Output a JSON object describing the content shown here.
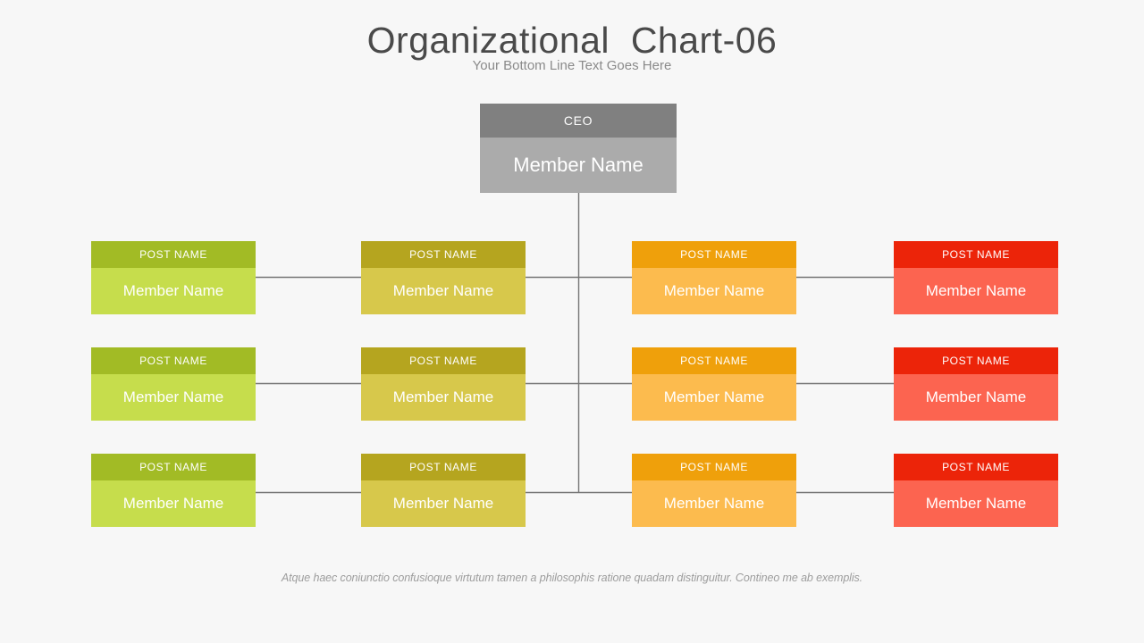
{
  "header": {
    "title": "Organizational  Chart-06",
    "subtitle": "Your Bottom Line Text Goes Here"
  },
  "caption": "Atque haec coniunctio confusioque virtutum tamen a philosophis ratione quadam distinguitur. Contineo me ab exemplis.",
  "colors": {
    "background": "#f7f7f7",
    "title_text": "#4a4a4a",
    "subtitle_text": "#8a8a8a",
    "caption_text": "#9d9d9d",
    "connector_line": "#767676",
    "node_text": "#ffffff",
    "ceo_header": "#808080",
    "ceo_body": "#ababab",
    "col1_header": "#a2bb25",
    "col1_body": "#c6dd4c",
    "col2_header": "#b5a51f",
    "col2_body": "#d7c84b",
    "col3_header": "#efa00b",
    "col3_body": "#fcbb4e",
    "col4_header": "#ec2409",
    "col4_body": "#fc6450"
  },
  "chart_data": {
    "type": "diagram",
    "title": "Organizational  Chart-06",
    "subtitle": "Your Bottom Line Text Goes Here",
    "layout": "org-chart, 1 root over 4 columns x 3 rows",
    "root": {
      "post": "CEO",
      "name": "Member Name"
    },
    "columns": [
      {
        "index": 1,
        "accent": "#a2bb25",
        "nodes": [
          {
            "post": "POST NAME",
            "name": "Member Name",
            "row": 1
          },
          {
            "post": "POST NAME",
            "name": "Member Name",
            "row": 2
          },
          {
            "post": "POST NAME",
            "name": "Member Name",
            "row": 3
          }
        ]
      },
      {
        "index": 2,
        "accent": "#b5a51f",
        "nodes": [
          {
            "post": "POST NAME",
            "name": "Member Name",
            "row": 1
          },
          {
            "post": "POST NAME",
            "name": "Member Name",
            "row": 2
          },
          {
            "post": "POST NAME",
            "name": "Member Name",
            "row": 3
          }
        ]
      },
      {
        "index": 3,
        "accent": "#efa00b",
        "nodes": [
          {
            "post": "POST NAME",
            "name": "Member Name",
            "row": 1
          },
          {
            "post": "POST NAME",
            "name": "Member Name",
            "row": 2
          },
          {
            "post": "POST NAME",
            "name": "Member Name",
            "row": 3
          }
        ]
      },
      {
        "index": 4,
        "accent": "#ec2409",
        "nodes": [
          {
            "post": "POST NAME",
            "name": "Member Name",
            "row": 1
          },
          {
            "post": "POST NAME",
            "name": "Member Name",
            "row": 2
          },
          {
            "post": "POST NAME",
            "name": "Member Name",
            "row": 3
          }
        ]
      }
    ]
  },
  "nodes": {
    "ceo": {
      "post": "CEO",
      "name": "Member Name"
    },
    "r1c1": {
      "post": "POST NAME",
      "name": "Member Name"
    },
    "r1c2": {
      "post": "POST NAME",
      "name": "Member Name"
    },
    "r1c3": {
      "post": "POST NAME",
      "name": "Member Name"
    },
    "r1c4": {
      "post": "POST NAME",
      "name": "Member Name"
    },
    "r2c1": {
      "post": "POST NAME",
      "name": "Member Name"
    },
    "r2c2": {
      "post": "POST NAME",
      "name": "Member Name"
    },
    "r2c3": {
      "post": "POST NAME",
      "name": "Member Name"
    },
    "r2c4": {
      "post": "POST NAME",
      "name": "Member Name"
    },
    "r3c1": {
      "post": "POST NAME",
      "name": "Member Name"
    },
    "r3c2": {
      "post": "POST NAME",
      "name": "Member Name"
    },
    "r3c3": {
      "post": "POST NAME",
      "name": "Member Name"
    },
    "r3c4": {
      "post": "POST NAME",
      "name": "Member Name"
    }
  }
}
